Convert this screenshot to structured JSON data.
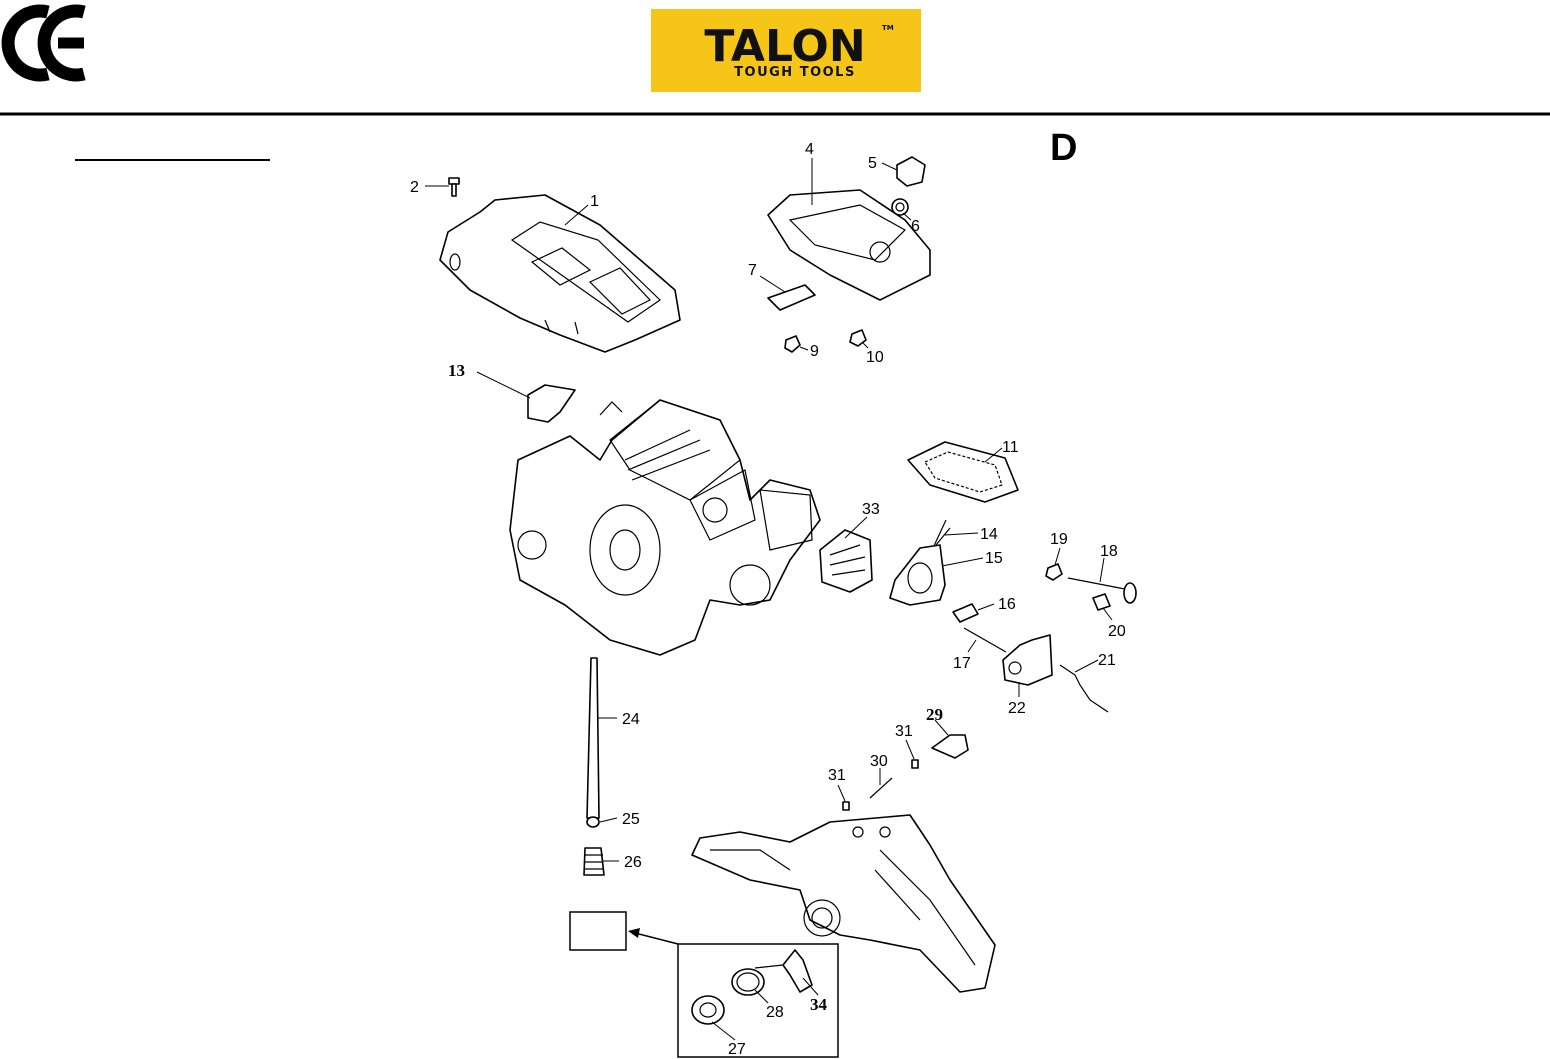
{
  "header": {
    "certification_mark": "CE",
    "brand": {
      "name": "TALON",
      "tagline": "TOUGH TOOLS",
      "trademark": "TM",
      "bg_color": "#f5c518",
      "text_color": "#111111"
    },
    "divider_color": "#000000"
  },
  "section_letter": "D",
  "callouts": {
    "c1": "1",
    "c2": "2",
    "c4": "4",
    "c5": "5",
    "c6": "6",
    "c7": "7",
    "c9": "9",
    "c10": "10",
    "c11": "11",
    "c13": "13",
    "c14": "14",
    "c15": "15",
    "c16": "16",
    "c17": "17",
    "c18": "18",
    "c19": "19",
    "c20": "20",
    "c21": "21",
    "c22": "22",
    "c24": "24",
    "c25": "25",
    "c26": "26",
    "c27": "27",
    "c28": "28",
    "c29": "29",
    "c30": "30",
    "c31a": "31",
    "c31b": "31",
    "c33": "33",
    "c34": "34"
  },
  "icons": [
    "ce-mark-icon",
    "talon-logo",
    "arrow-icon"
  ]
}
